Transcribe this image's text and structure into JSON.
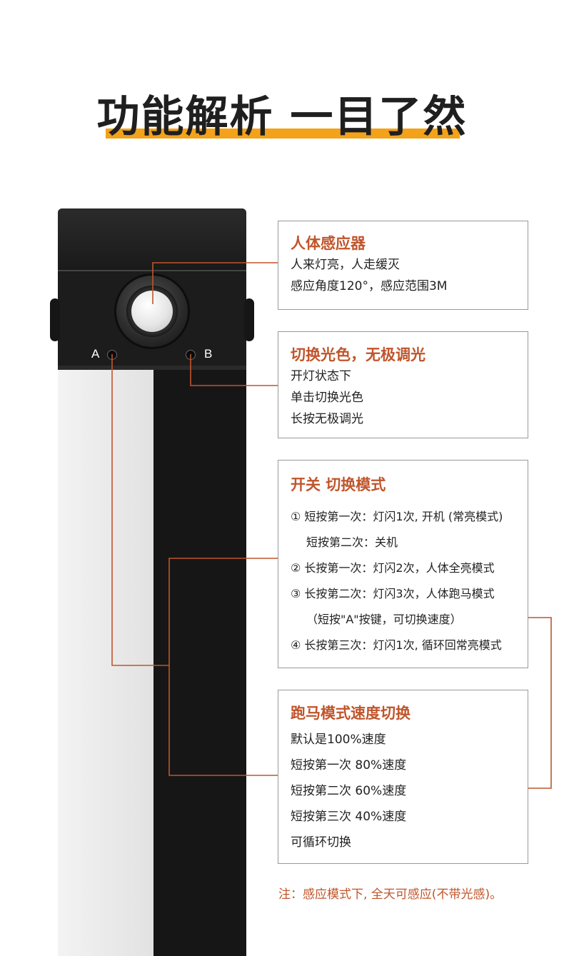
{
  "title": "功能解析 一目了然",
  "device": {
    "button_a": "A",
    "button_b": "B"
  },
  "boxes": [
    {
      "title": "人体感应器",
      "lines": [
        "人来灯亮，人走缓灭",
        "感应角度120°，感应范围3M"
      ]
    },
    {
      "title": "切换光色，无极调光",
      "lines": [
        "开灯状态下",
        "单击切换光色",
        "长按无极调光"
      ]
    },
    {
      "title": "开关 切换模式",
      "lines": [
        "① 短按第一次：灯闪1次, 开机 (常亮模式)",
        "短按第二次：关机",
        "② 长按第一次：灯闪2次，人体全亮模式",
        "③ 长按第二次：灯闪3次，人体跑马模式",
        "（短按\"A\"按键，可切换速度）",
        "④ 长按第三次：灯闪1次, 循环回常亮模式"
      ]
    },
    {
      "title": "跑马模式速度切换",
      "lines": [
        "默认是100%速度",
        "短按第一次 80%速度",
        "短按第二次 60%速度",
        "短按第三次 40%速度",
        "可循环切换"
      ]
    }
  ],
  "note": "注：感应模式下, 全天可感应(不带光感)。",
  "colors": {
    "accent": "#c0552b",
    "underline": "#f4a21a",
    "device_black": "#1c1c1c"
  }
}
